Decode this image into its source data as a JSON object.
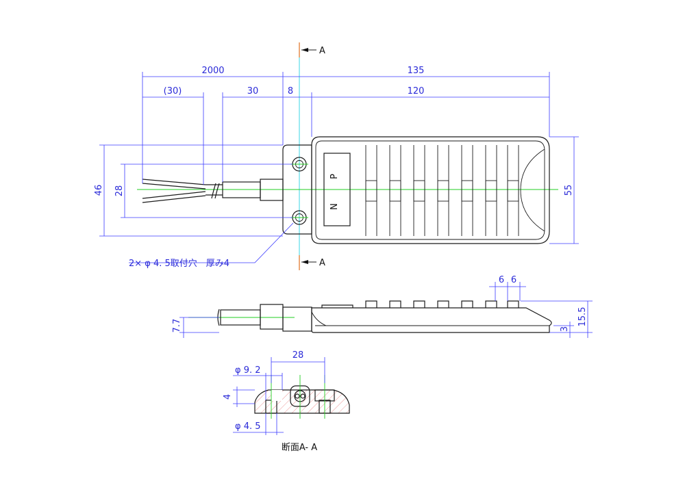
{
  "section_marks": {
    "top": "A",
    "bottom": "A"
  },
  "dimensions": {
    "cable_length": "2000",
    "total_length": "135",
    "strip_length": "(30)",
    "sheath_length": "30",
    "bush_gap": "8",
    "body_length": "120",
    "overall_width": "46",
    "mount_pitch": "28",
    "body_width": "55",
    "rib_width_a": "6",
    "rib_width_b": "6",
    "body_height": "15.5",
    "base_thickness": "3",
    "cable_dia": "7.7",
    "section_pitch": "28",
    "counterbore_dia": "φ 9. 2",
    "boss_height": "4",
    "hole_dia": "φ 4. 5"
  },
  "labels": {
    "mount_note": "2× φ 4. 5取付穴　厚み4",
    "terminal_n": "N",
    "terminal_p": "P",
    "section_title": "断面A- A"
  }
}
